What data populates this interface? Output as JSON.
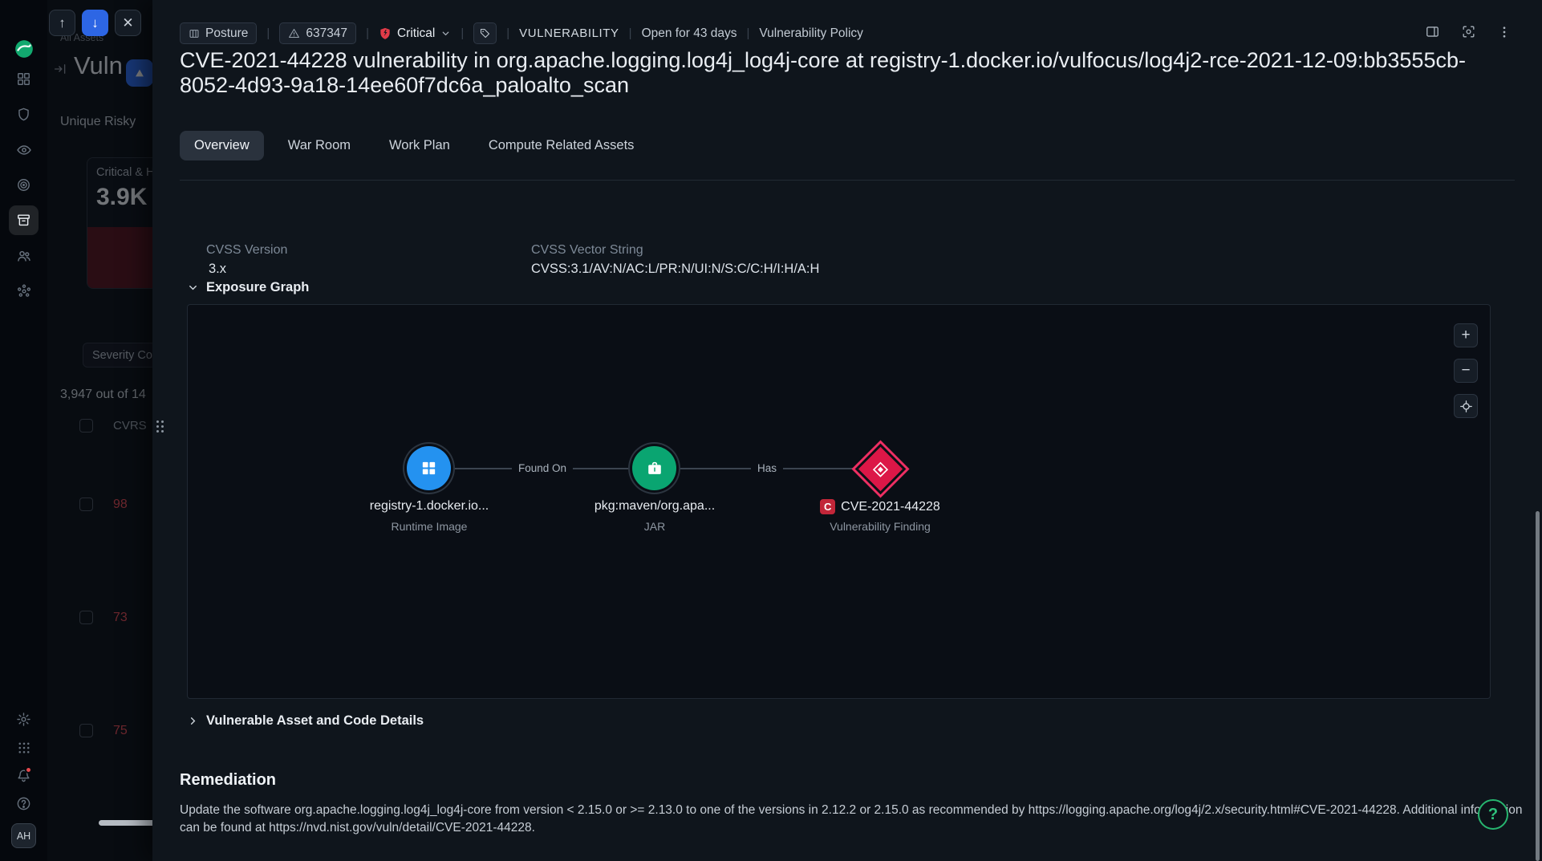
{
  "sidebar": {
    "avatar_initials": "AH"
  },
  "floating_nav": {
    "up": "↑",
    "down": "↓",
    "close": "✕"
  },
  "background_page": {
    "breadcrumb": "All Assets",
    "page_title": "Vuln",
    "section_label": "Unique Risky",
    "stat_card": {
      "label": "Critical & H",
      "value": "3.9K"
    },
    "filter_chip": "Severity Co",
    "results_count": "3,947 out of 14",
    "table": {
      "column_header": "CVRS",
      "rows": [
        {
          "value": "98"
        },
        {
          "value": "73"
        },
        {
          "value": "75"
        }
      ]
    }
  },
  "panel": {
    "header": {
      "posture_badge": "Posture",
      "alert_id": "637347",
      "severity": "Critical",
      "category": "VULNERABILITY",
      "age": "Open for 43 days",
      "policy": "Vulnerability Policy"
    },
    "title": "CVE-2021-44228 vulnerability in org.apache.logging.log4j_log4j-core at registry-1.docker.io/vulfocus/log4j2-rce-2021-12-09:bb3555cb-8052-4d93-9a18-14ee60f7dc6a_paloalto_scan",
    "tabs": [
      {
        "label": "Overview"
      },
      {
        "label": "War Room"
      },
      {
        "label": "Work Plan"
      },
      {
        "label": "Compute Related Assets"
      }
    ],
    "cvss": {
      "version_label": "CVSS Version",
      "version_value": "3.x",
      "vector_label": "CVSS Vector String",
      "vector_value": "CVSS:3.1/AV:N/AC:L/PR:N/UI:N/S:C/C:H/I:H/A:H"
    },
    "exposure_graph": {
      "title": "Exposure Graph",
      "nodes": [
        {
          "label": "registry-1.docker.io...",
          "sublabel": "Runtime Image"
        },
        {
          "label": "pkg:maven/org.apa...",
          "sublabel": "JAR"
        },
        {
          "label": "CVE-2021-44228",
          "sublabel": "Vulnerability Finding",
          "severity_badge": "C"
        }
      ],
      "edges": [
        {
          "label": "Found On"
        },
        {
          "label": "Has"
        }
      ],
      "zoom_in": "+",
      "zoom_out": "−"
    },
    "details_section": {
      "title": "Vulnerable Asset and Code Details"
    },
    "remediation": {
      "title": "Remediation",
      "body": "Update the software org.apache.logging.log4j_log4j-core from version < 2.15.0 or >= 2.13.0 to one of the versions in 2.12.2 or 2.15.0 as recommended by https://logging.apache.org/log4j/2.x/security.html#CVE-2021-44228. Additional information can be found at https://nvd.nist.gov/vuln/detail/CVE-2021-44228."
    },
    "help_button": "?"
  }
}
